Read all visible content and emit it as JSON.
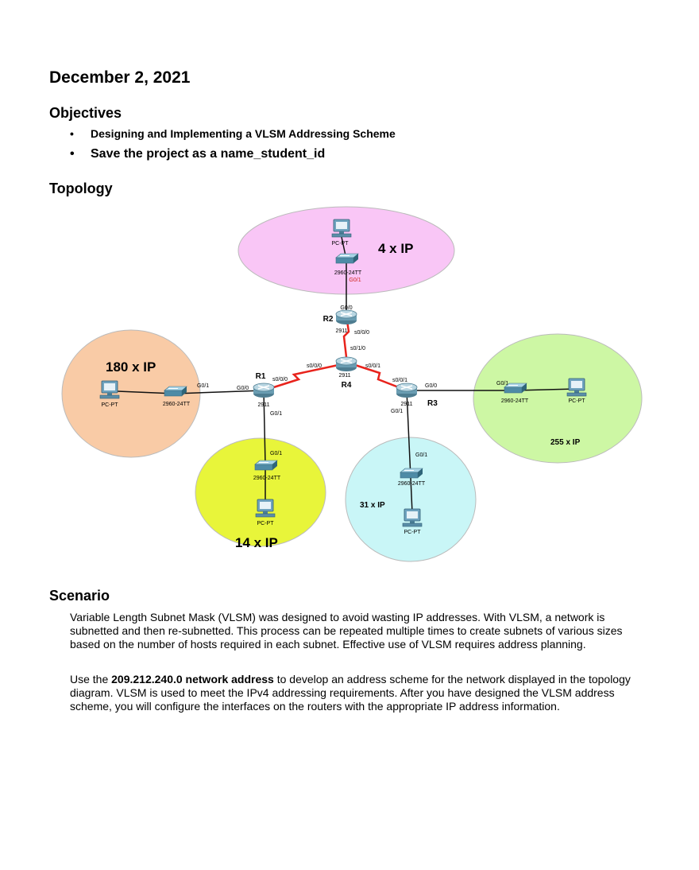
{
  "header": {
    "date": "December 2, 2021"
  },
  "objectives": {
    "heading": "Objectives",
    "items": [
      "Designing and Implementing a VLSM Addressing Scheme",
      "Save the project as a name_student_id"
    ]
  },
  "topology": {
    "heading": "Topology",
    "lans": {
      "r2": "4 x IP",
      "r1_left": "180 x IP",
      "r1_bottom": "14 x IP",
      "r3_bottom": "31 x IP",
      "r3_right": "255 x IP"
    },
    "lan_colors": {
      "r2": "#f9c6f6",
      "r1_left": "#f9cba6",
      "r1_bottom": "#e8f53a",
      "r3_bottom": "#c9f6f7",
      "r3_right": "#cdf7a4"
    },
    "link_color": "#e8231c",
    "devices": {
      "r1": "R1",
      "r2": "R2",
      "r3": "R3",
      "r4": "R4",
      "router_model": "2911",
      "switch_model": "2960-24TT",
      "pc_model": "PC-PT"
    },
    "ports": {
      "r2_sw_g01": "G0/1",
      "r2_g00": "G0/0",
      "r2_s000": "s0/0/0",
      "r4_s010": "s0/1/0",
      "r4_s000": "s0/0/0",
      "r4_s001": "s0/0/1",
      "r1_s000": "s0/0/0",
      "r3_s001": "s0/0/1",
      "r1_g00": "G0/0",
      "r1_sw_g01": "G0/1",
      "r1_g01": "G0/1",
      "r1_bsw_g01": "G0/1",
      "r3_g00": "G0/0",
      "r3_sw_g01": "G0/1",
      "r3_g01": "G0/1",
      "r3_bsw_g01": "G0/1"
    }
  },
  "scenario": {
    "heading": "Scenario",
    "para1": "Variable Length Subnet Mask (VLSM) was designed to avoid wasting IP addresses. With VLSM, a network is subnetted and then re-subnetted. This process can be repeated multiple times to create subnets of various sizes based on the number of hosts required in each subnet. Effective use of VLSM requires address planning.",
    "para2_pre": "Use the ",
    "para2_bold": "209.212.240.0 network address",
    "para2_post": " to develop an address scheme for the network displayed in the topology diagram. VLSM is used to meet the IPv4 addressing requirements. After you have designed the VLSM address scheme, you will configure the interfaces on the routers with the appropriate IP address information."
  }
}
